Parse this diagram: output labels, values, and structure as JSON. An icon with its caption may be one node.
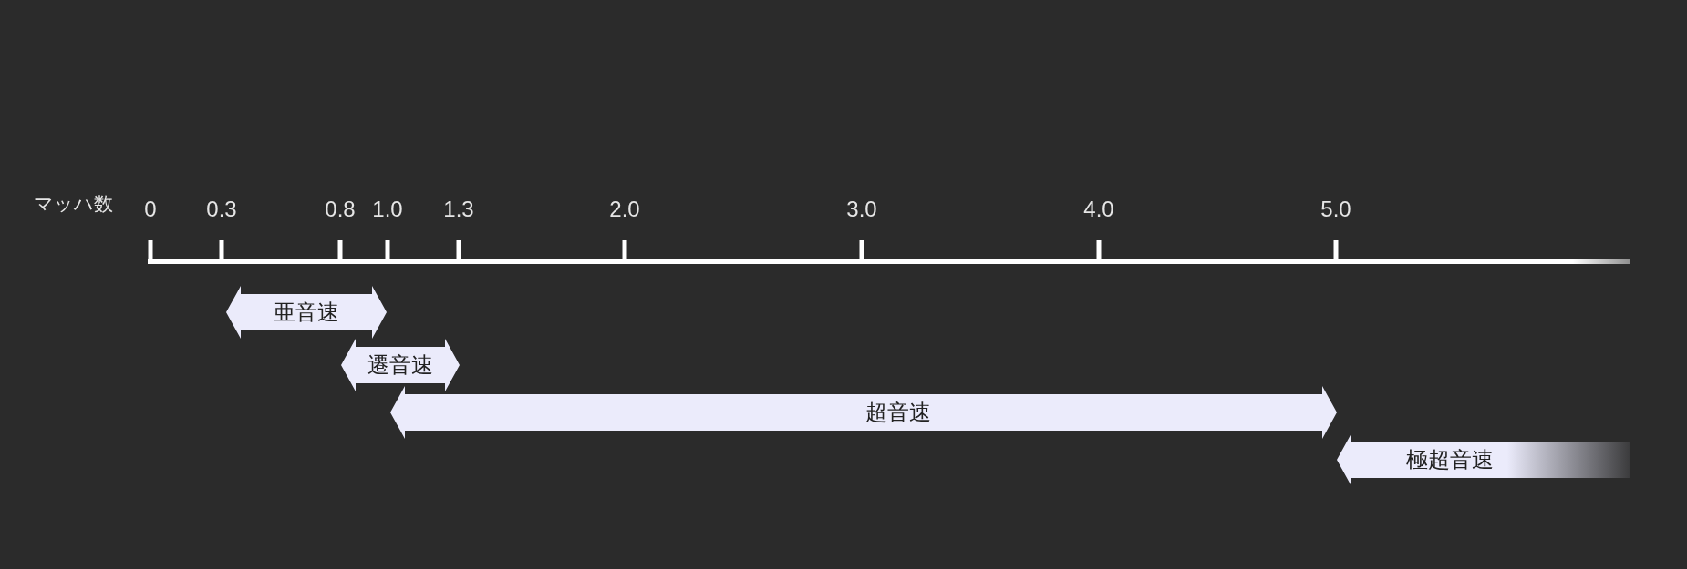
{
  "diagram": {
    "nodes": [
      {
        "text": [
          "亜音速"
        ]
      },
      {
        "text": [
          "遷音速"
        ]
      },
      {
        "text": [
          "超音速"
        ]
      },
      {
        "text": [
          "極超音速"
        ]
      }
    ],
    "labels": [
      "マッハ数",
      "0",
      "0.3",
      "0.8",
      "1.0",
      "1.3",
      "2.0",
      "3.0",
      "4.0",
      "5.0"
    ]
  }
}
